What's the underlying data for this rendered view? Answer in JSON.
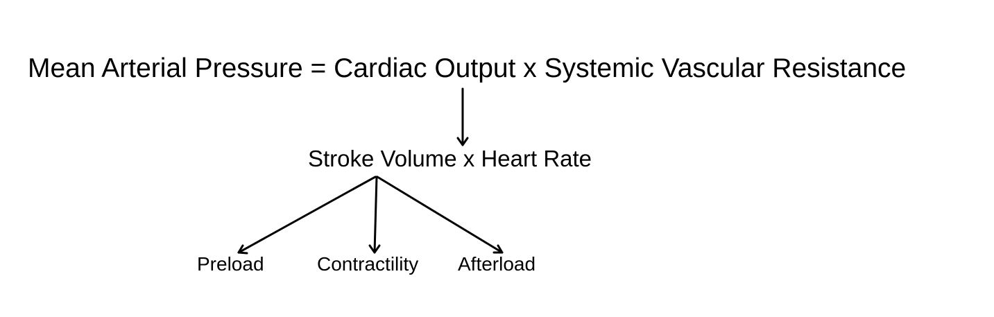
{
  "diagram": {
    "equation": "Mean Arterial Pressure = Cardiac Output x Systemic Vascular Resistance",
    "cardiac_output_expansion": "Stroke Volume x Heart Rate",
    "stroke_volume_determinants": [
      "Preload",
      "Contractility",
      "Afterload"
    ]
  },
  "colors": {
    "text": "#000000",
    "arrows": "#000000",
    "background": "#ffffff"
  }
}
